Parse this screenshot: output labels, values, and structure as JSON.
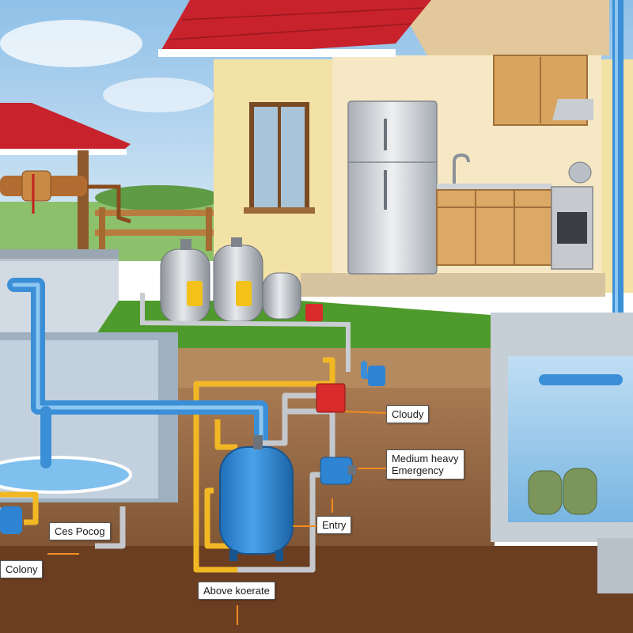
{
  "labels": {
    "cloudy": "Cloudy",
    "medium_heavy": "Medium heavy",
    "emergency": "Emergency",
    "entry": "Entry",
    "ces_pocog": "Ces Pocog",
    "colony": "Colony",
    "above_koerate": "Above koerate"
  },
  "colors": {
    "sky": "#bcd9ef",
    "roof": "#c8222c",
    "house_wall": "#f3e2a6",
    "grass": "#4f9a2c",
    "soil_top": "#b58a5e",
    "soil_deep": "#7a4e2c",
    "water_pipe": "#3b8fd6",
    "gas_pipe": "#f2b824",
    "valve": "#d92b2b",
    "pressure_tank": "#2e84d3"
  },
  "icons": {
    "well": "well-icon",
    "fridge": "refrigerator-icon",
    "stove": "stove-icon",
    "kettle": "kettle-icon",
    "propane_tanks": "propane-tank-icon",
    "pressure_tank": "pressure-tank-icon",
    "valve": "valve-icon",
    "pump": "pump-icon"
  }
}
